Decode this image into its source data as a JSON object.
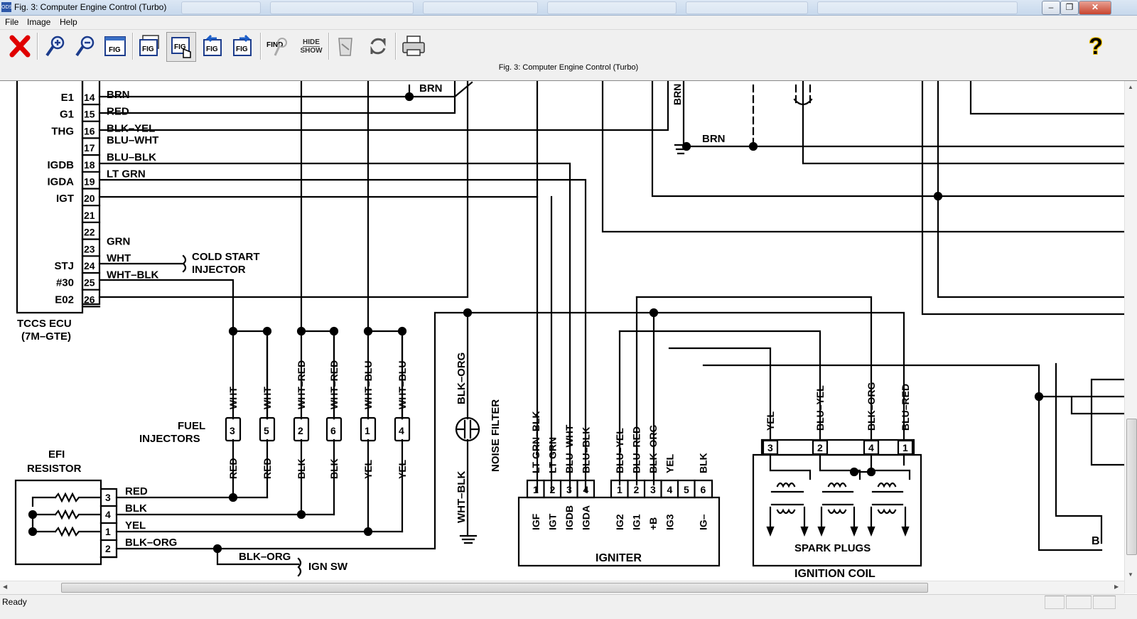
{
  "window": {
    "title": "Fig. 3: Computer Engine Control (Turbo)",
    "app_icon": "ODS"
  },
  "menu": {
    "file": "File",
    "image": "Image",
    "help": "Help"
  },
  "toolbar": {
    "icons": [
      "close-red-x",
      "zoom-in",
      "zoom-out",
      "fig-view",
      "fig-list",
      "fig-hand",
      "fig-prev",
      "fig-next",
      "find",
      "hide-show",
      "eraser",
      "refresh",
      "print",
      "help"
    ],
    "find_label": "FIND",
    "hide_label": "HIDE",
    "show_label": "SHOW",
    "help_glyph": "?"
  },
  "caption": "Fig. 3: Computer Engine Control (Turbo)",
  "status": {
    "text": "Ready"
  },
  "diagram": {
    "ecu": {
      "title_line1": "TCCS ECU",
      "title_line2": "(7M–GTE)",
      "pins": [
        {
          "label": "E1",
          "num": "14",
          "wire": "BRN"
        },
        {
          "label": "G1",
          "num": "15",
          "wire": "RED"
        },
        {
          "label": "THG",
          "num": "16",
          "wire": "BLK–YEL"
        },
        {
          "label": "",
          "num": "17",
          "wire": "BLU–WHT"
        },
        {
          "label": "IGDB",
          "num": "18",
          "wire": "BLU–BLK"
        },
        {
          "label": "IGDA",
          "num": "19",
          "wire": "LT GRN"
        },
        {
          "label": "IGT",
          "num": "20",
          "wire": ""
        },
        {
          "label": "",
          "num": "21",
          "wire": ""
        },
        {
          "label": "",
          "num": "22",
          "wire": ""
        },
        {
          "label": "",
          "num": "23",
          "wire": "GRN"
        },
        {
          "label": "STJ",
          "num": "24",
          "wire": "WHT"
        },
        {
          "label": "#30",
          "num": "25",
          "wire": "WHT–BLK"
        },
        {
          "label": "E02",
          "num": "26",
          "wire": ""
        }
      ]
    },
    "cold_start": {
      "line1": "COLD START",
      "line2": "INJECTOR"
    },
    "top_labels": {
      "brn_top": "BRN",
      "brn_right": "BRN",
      "brn_vert": "BRN"
    },
    "fuel_injectors": {
      "label_line1": "FUEL",
      "label_line2": "INJECTORS",
      "items": [
        {
          "num": "3",
          "top": "WHT",
          "bottom": "RED"
        },
        {
          "num": "5",
          "top": "WHT",
          "bottom": "RED"
        },
        {
          "num": "2",
          "top": "WHT–RED",
          "bottom": "BLK"
        },
        {
          "num": "6",
          "top": "WHT–RED",
          "bottom": "BLK"
        },
        {
          "num": "1",
          "top": "WHT–BLU",
          "bottom": "YEL"
        },
        {
          "num": "4",
          "top": "WHT–BLU",
          "bottom": "YEL"
        }
      ]
    },
    "efi_resistor": {
      "label_line1": "EFI",
      "label_line2": "RESISTOR",
      "pins": [
        {
          "num": "3",
          "wire": "RED"
        },
        {
          "num": "4",
          "wire": "BLK"
        },
        {
          "num": "1",
          "wire": "YEL"
        },
        {
          "num": "2",
          "wire": "BLK–ORG"
        }
      ]
    },
    "ign_sw": {
      "wire": "BLK–ORG",
      "label": "IGN SW"
    },
    "noise_filter": {
      "label": "NOISE FILTER",
      "wire_top": "BLK–ORG",
      "wire_bottom": "WHT–BLK"
    },
    "igniter": {
      "label": "IGNITER",
      "left_wires": [
        "LT GRN–BLK",
        "LT GRN",
        "BLU–WHT",
        "BLU–BLK"
      ],
      "left_pins": [
        "1",
        "2",
        "3",
        "4"
      ],
      "left_terms": [
        "IGF",
        "IGT",
        "IGDB",
        "IGDA"
      ],
      "right_wires": [
        "BLU–YEL",
        "BLU–RED",
        "BLK–ORG",
        "YEL",
        "",
        "BLK"
      ],
      "right_pins": [
        "1",
        "2",
        "3",
        "4",
        "5",
        "6"
      ],
      "right_terms": [
        "IG2",
        "IG1",
        "+B",
        "IG3",
        "",
        "IG–"
      ]
    },
    "ignition_coil": {
      "label": "IGNITION COIL",
      "spark_plugs": "SPARK PLUGS",
      "pins": [
        "3",
        "2",
        "4",
        "1"
      ],
      "wires": [
        "YEL",
        "BLU–YEL",
        "BLK–ORG",
        "BLU–RED"
      ]
    },
    "edge_label": "B"
  }
}
